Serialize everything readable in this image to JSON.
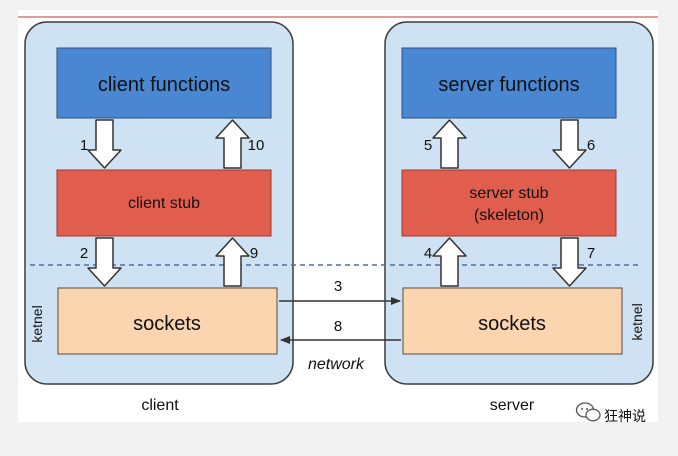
{
  "diagram": {
    "client_panel": {
      "functions_label": "client functions",
      "stub_label": "client stub",
      "sockets_label": "sockets",
      "kernel_label": "ketnel",
      "caption": "client"
    },
    "server_panel": {
      "functions_label": "server functions",
      "stub_line1": "server stub",
      "stub_line2": "(skeleton)",
      "sockets_label": "sockets",
      "kernel_label": "ketnel",
      "caption": "server"
    },
    "steps": {
      "s1": "1",
      "s2": "2",
      "s3": "3",
      "s4": "4",
      "s5": "5",
      "s6": "6",
      "s7": "7",
      "s8": "8",
      "s9": "9",
      "s10": "10"
    },
    "network_label": "network",
    "watermark_text": "狂神说",
    "colors": {
      "panel_fill": "#cfe2f3",
      "panel_stroke": "#3c3c3c",
      "functions_fill": "#4a87d3",
      "stub_fill": "#e15e4e",
      "sockets_fill": "#fbd5b0",
      "kernel_line": "#4a6fb0",
      "arrow_stroke": "#333333"
    },
    "icons": {
      "watermark": "wechat-bubble-icon"
    }
  }
}
